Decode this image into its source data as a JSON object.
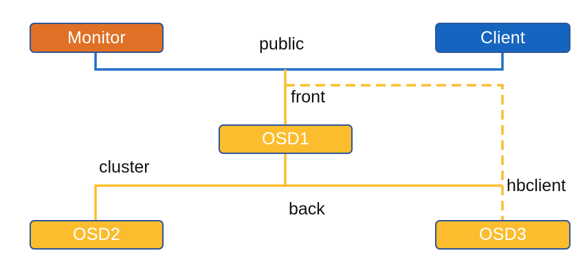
{
  "nodes": {
    "monitor": "Monitor",
    "client": "Client",
    "osd1": "OSD1",
    "osd2": "OSD2",
    "osd3": "OSD3"
  },
  "edge_labels": {
    "public": "public",
    "front": "front",
    "cluster": "cluster",
    "back": "back",
    "hbclient": "hbclient"
  },
  "colors": {
    "monitor": "#e07025",
    "client": "#1565c0",
    "osd": "#fbbd2e",
    "public_network": "#1f6fc5",
    "cluster_network": "#fbbd2e"
  }
}
